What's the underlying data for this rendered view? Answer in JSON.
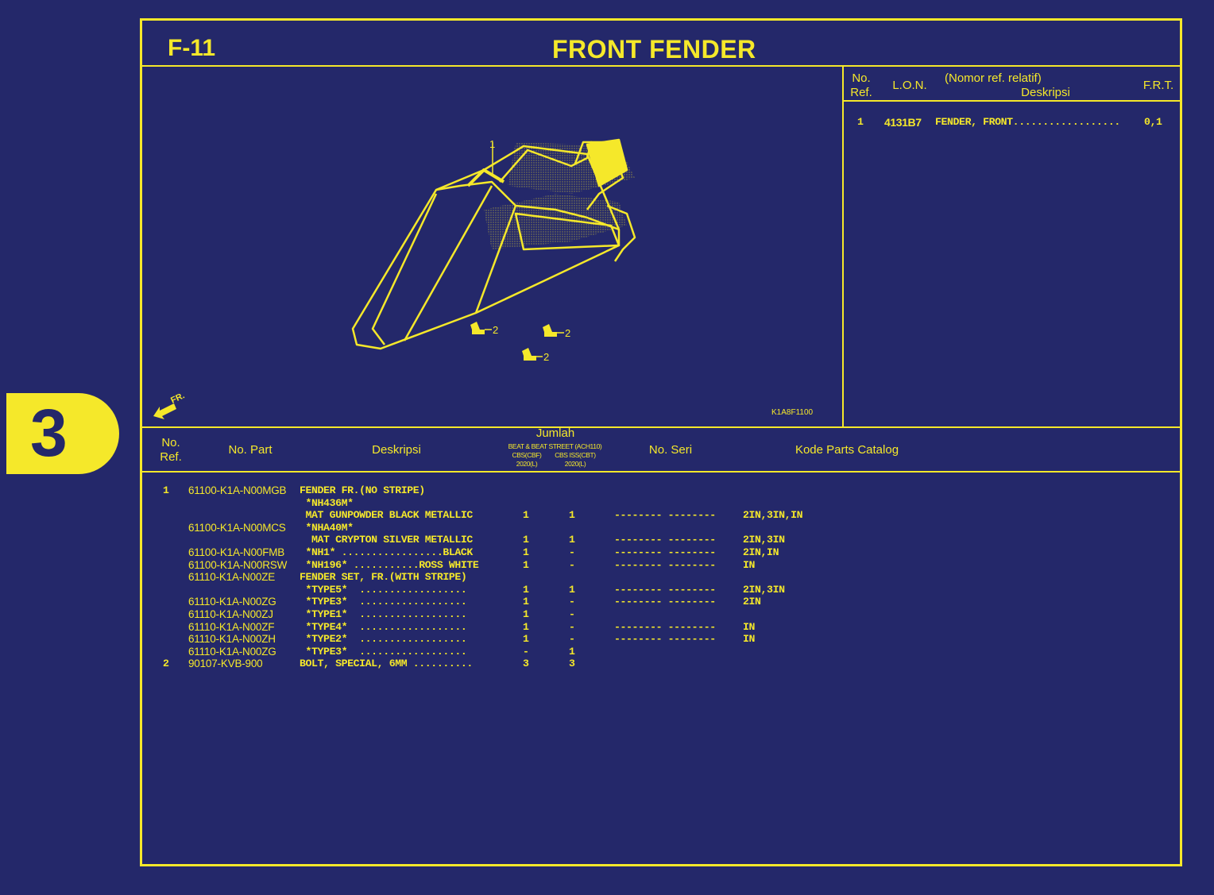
{
  "header": {
    "code": "F-11",
    "title": "FRONT FENDER"
  },
  "diagram": {
    "figure_code": "K1A8F1100",
    "callouts": [
      "1",
      "2",
      "2",
      "2"
    ],
    "direction_label": "FR."
  },
  "ref_table": {
    "headers": {
      "ref_line1": "No.",
      "ref_line2": "Ref.",
      "lon": "L.O.N.",
      "desc_line1": "(Nomor ref. relatif)",
      "desc_line2": "Deskripsi",
      "frt": "F.R.T."
    },
    "rows": [
      {
        "ref": "1",
        "lon": "4131B7",
        "desc": "FENDER, FRONT..................",
        "frt": "0,1"
      }
    ]
  },
  "parts_table": {
    "headers": {
      "ref_line1": "No.",
      "ref_line2": "Ref.",
      "part": "No. Part",
      "desc": "Deskripsi",
      "qty_title": "Jumlah",
      "qty_sub1": "BEAT & BEAT STREET (ACH110)",
      "qty_col1_line1": "CBS(CBF)",
      "qty_col1_line2": "2020(L)",
      "qty_col2_line1": "CBS ISS(CBT)",
      "qty_col2_line2": "2020(L)",
      "serial": "No. Seri",
      "catalog": "Kode Parts Catalog"
    },
    "rows": [
      {
        "ref": "1",
        "part": "61100-K1A-N00MGB",
        "desc": "FENDER FR.(NO STRIPE)",
        "q1": "",
        "q2": "",
        "serial": "",
        "catalog": ""
      },
      {
        "ref": "",
        "part": "",
        "desc": " *NH436M*",
        "q1": "",
        "q2": "",
        "serial": "",
        "catalog": ""
      },
      {
        "ref": "",
        "part": "",
        "desc": " MAT GUNPOWDER BLACK METALLIC",
        "q1": "1",
        "q2": "1",
        "serial": "-------- --------",
        "catalog": "2IN,3IN,IN"
      },
      {
        "ref": "",
        "part": "61100-K1A-N00MCS",
        "desc": " *NHA40M*",
        "q1": "",
        "q2": "",
        "serial": "",
        "catalog": ""
      },
      {
        "ref": "",
        "part": "",
        "desc": "  MAT CRYPTON SILVER METALLIC",
        "q1": "1",
        "q2": "1",
        "serial": "-------- --------",
        "catalog": "2IN,3IN"
      },
      {
        "ref": "",
        "part": "61100-K1A-N00FMB",
        "desc": " *NH1* .................BLACK",
        "q1": "1",
        "q2": "-",
        "serial": "-------- --------",
        "catalog": "2IN,IN"
      },
      {
        "ref": "",
        "part": "61100-K1A-N00RSW",
        "desc": " *NH196* ...........ROSS WHITE",
        "q1": "1",
        "q2": "-",
        "serial": "-------- --------",
        "catalog": "IN"
      },
      {
        "ref": "",
        "part": "61110-K1A-N00ZE",
        "desc": "FENDER SET, FR.(WITH STRIPE)",
        "q1": "",
        "q2": "",
        "serial": "",
        "catalog": ""
      },
      {
        "ref": "",
        "part": "",
        "desc": " *TYPE5*  ..................",
        "q1": "1",
        "q2": "1",
        "serial": "-------- --------",
        "catalog": "2IN,3IN"
      },
      {
        "ref": "",
        "part": "61110-K1A-N00ZG",
        "desc": " *TYPE3*  ..................",
        "q1": "1",
        "q2": "-",
        "serial": "-------- --------",
        "catalog": "2IN"
      },
      {
        "ref": "",
        "part": "61110-K1A-N00ZJ",
        "desc": " *TYPE1*  ..................",
        "q1": "1",
        "q2": "-",
        "serial": "",
        "catalog": ""
      },
      {
        "ref": "",
        "part": "61110-K1A-N00ZF",
        "desc": " *TYPE4*  ..................",
        "q1": "1",
        "q2": "-",
        "serial": "-------- --------",
        "catalog": "IN"
      },
      {
        "ref": "",
        "part": "61110-K1A-N00ZH",
        "desc": " *TYPE2*  ..................",
        "q1": "1",
        "q2": "-",
        "serial": "-------- --------",
        "catalog": "IN"
      },
      {
        "ref": "",
        "part": "61110-K1A-N00ZG",
        "desc": " *TYPE3*  ..................",
        "q1": "-",
        "q2": "1",
        "serial": "",
        "catalog": ""
      },
      {
        "ref": "2",
        "part": "90107-KVB-900",
        "desc": "BOLT, SPECIAL, 6MM ..........",
        "q1": "3",
        "q2": "3",
        "serial": "",
        "catalog": ""
      }
    ]
  },
  "section_tab": {
    "label": "3"
  },
  "colors": {
    "background": "#24286a",
    "accent": "#f5e82a"
  }
}
